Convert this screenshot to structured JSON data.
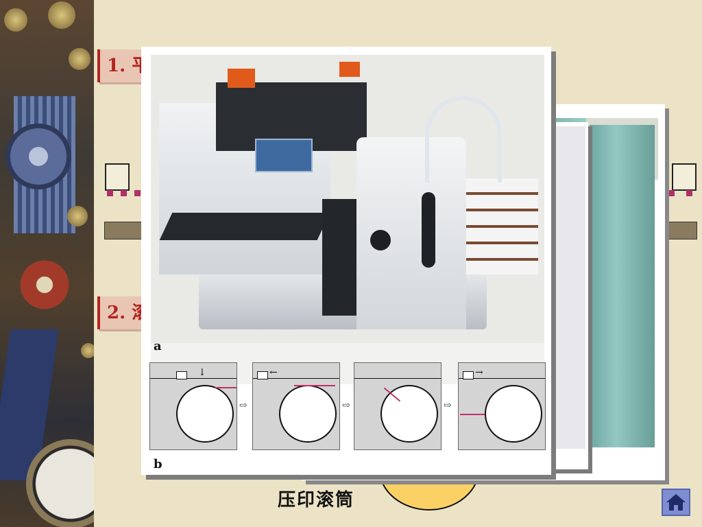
{
  "slide": {
    "heading_1": "1. 平",
    "heading_2": "2. 滚"
  },
  "figure": {
    "label_a": "a",
    "label_b": "b",
    "panels": [
      {
        "arrow": "↓"
      },
      {
        "arrow": "←"
      },
      {
        "arrow": ""
      },
      {
        "arrow": "→"
      }
    ]
  },
  "caption": "压印滚筒",
  "nav": {
    "home_icon": "home-icon"
  },
  "colors": {
    "slide_bg": "#ece3c6",
    "heading_text": "#b2241f",
    "heading_bg": "#e9c6b4",
    "cylinder_fill": "#fbd166",
    "home_button": "#7f8dd3"
  }
}
